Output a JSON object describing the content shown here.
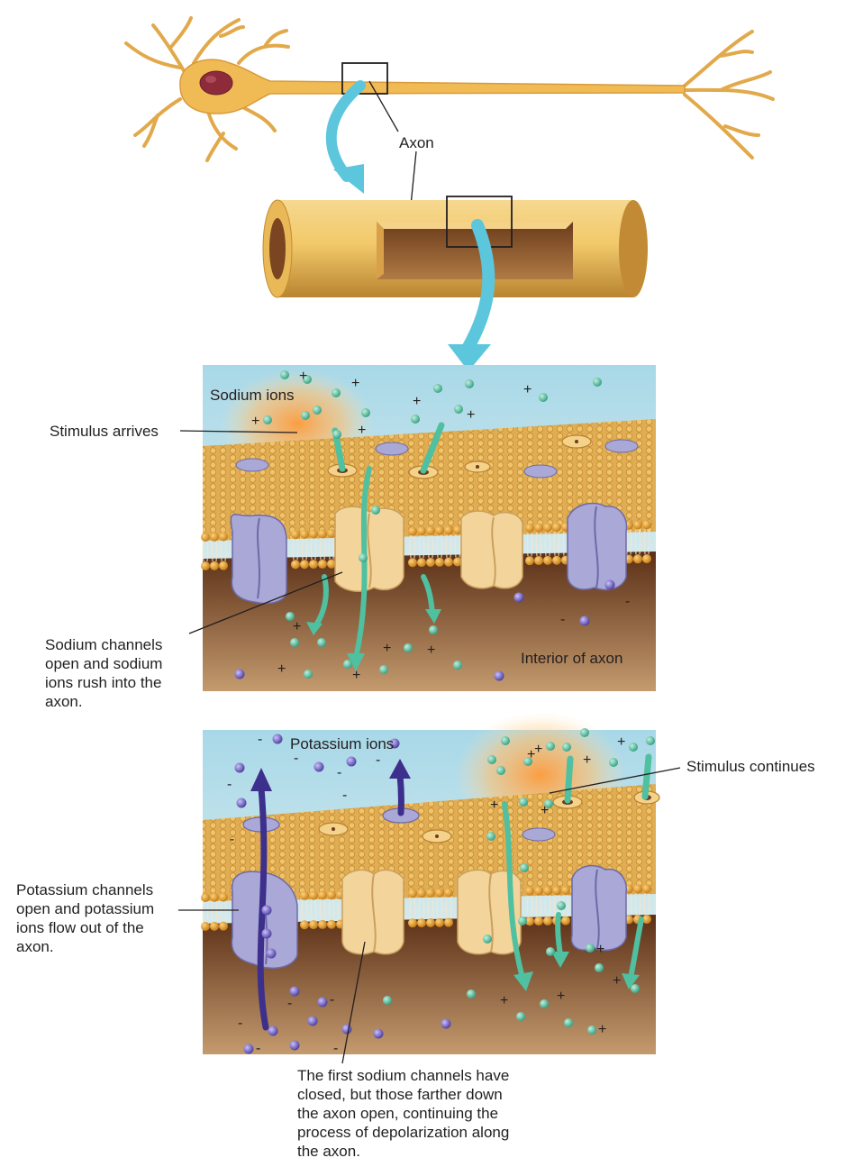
{
  "labels": {
    "axon": "Axon",
    "sodium_ions": "Sodium ions",
    "stimulus_arrives": "Stimulus arrives",
    "sodium_channels_open": "Sodium channels\nopen and sodium\nions rush into the\naxon.",
    "interior_of_axon": "Interior of axon",
    "potassium_ions": "Potassium ions",
    "stimulus_continues": "Stimulus continues",
    "potassium_channels_open": "Potassium channels\nopen and potassium\nions flow out of the\naxon.",
    "first_channels_closed": "The first sodium channels have\nclosed, but those farther down\nthe axon open, continuing the\nprocess of depolarization along\nthe axon."
  },
  "colors": {
    "sodium_ion": "#4fc0a0",
    "potassium_ion": "#6c5ab4",
    "membrane_head": "#e8a020",
    "membrane_top": "#d9a54c",
    "axon_interior": "#6b3c1e",
    "extracellular": "#cfe8f0",
    "channel_sodium": "#f3d59b",
    "channel_potassium": "#a9a8d6",
    "pointer_arrow": "#5cc6dc",
    "neuron": "#e8b04a",
    "nucleus": "#8e2b3a"
  },
  "icons": [
    "neuron-icon",
    "axon-cylinder-icon",
    "sodium-channel-icon",
    "potassium-channel-icon",
    "ion-icon"
  ]
}
